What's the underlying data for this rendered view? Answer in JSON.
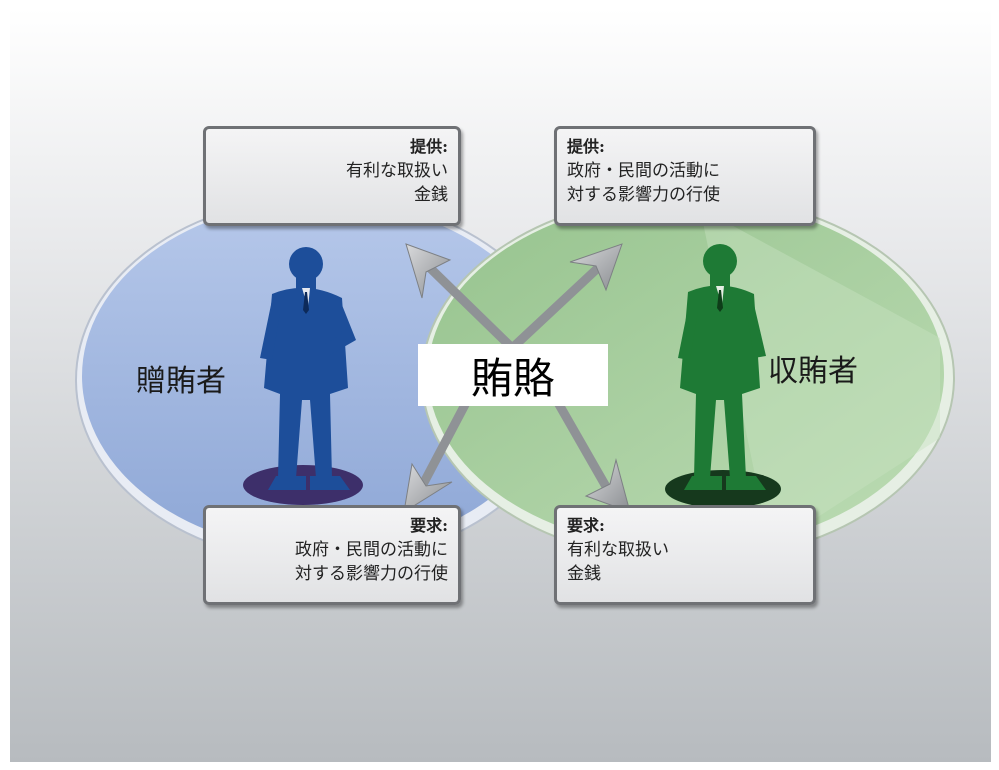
{
  "center_label": "賄賂",
  "briber": {
    "label": "贈賄者",
    "color": "#1a4f9c",
    "offer": {
      "heading": "提供:",
      "lines": [
        "有利な取扱い",
        "金銭"
      ]
    },
    "request": {
      "heading": "要求:",
      "lines": [
        "政府・民間の活動に",
        "対する影響力の行使"
      ]
    }
  },
  "bribee": {
    "label": "収賄者",
    "color": "#1f7a35",
    "offer": {
      "heading": "提供:",
      "lines": [
        "政府・民間の活動に",
        "対する影響力の行使"
      ]
    },
    "request": {
      "heading": "要求:",
      "lines": [
        "有利な取扱い",
        "金銭"
      ]
    }
  },
  "colors": {
    "briber_circle": "#9eb6e0",
    "bribee_circle": "#a9cf9f",
    "arrow": "#8f9296"
  }
}
